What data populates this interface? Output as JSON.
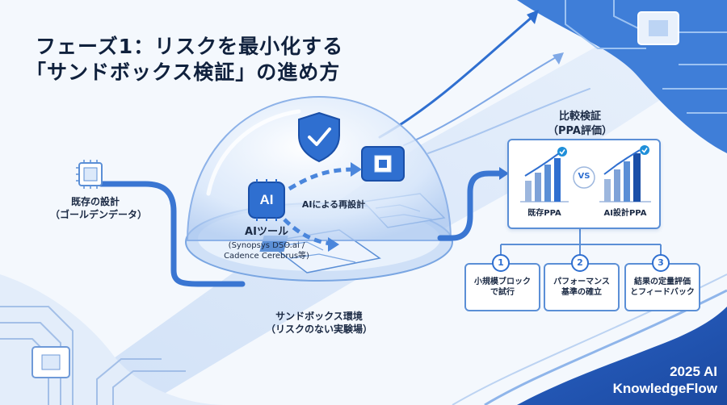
{
  "title": {
    "line1": "フェーズ1：リスクを最小化する",
    "line2": "「サンドボックス検証」の進め方"
  },
  "source": {
    "label_line1": "既存の設計",
    "label_line2": "（ゴールデンデータ）",
    "icon": "chip-icon"
  },
  "sandbox": {
    "ai_tool_icon_text": "AI",
    "ai_tool_label": "AIツール",
    "ai_tool_sub1": "(Synopsys DSO.ai /",
    "ai_tool_sub2": "Cadence Cerebrus等)",
    "redesign_label": "AIによる再設計",
    "env_label1": "サンドボックス環境",
    "env_label2": "（リスクのない実験場）",
    "shield_icon": "shield-check-icon"
  },
  "compare": {
    "title1": "比較検証",
    "title2": "（PPA評価）",
    "vs": "VS",
    "left_label": "既存PPA",
    "right_label": "AI設計PPA"
  },
  "steps": [
    {
      "num": "1",
      "line1": "小規模ブロック",
      "line2": "で試行"
    },
    {
      "num": "2",
      "line1": "パフォーマンス",
      "line2": "基準の確立"
    },
    {
      "num": "3",
      "line1": "結果の定量評価",
      "line2": "とフィードバック"
    }
  ],
  "brand": {
    "line1": "2025 AI",
    "line2": "KnowledgeFlow"
  },
  "colors": {
    "primary": "#2f6fd0",
    "dark": "#1a4fa8",
    "light": "#dce9fa",
    "accent": "#1f8fd9"
  }
}
